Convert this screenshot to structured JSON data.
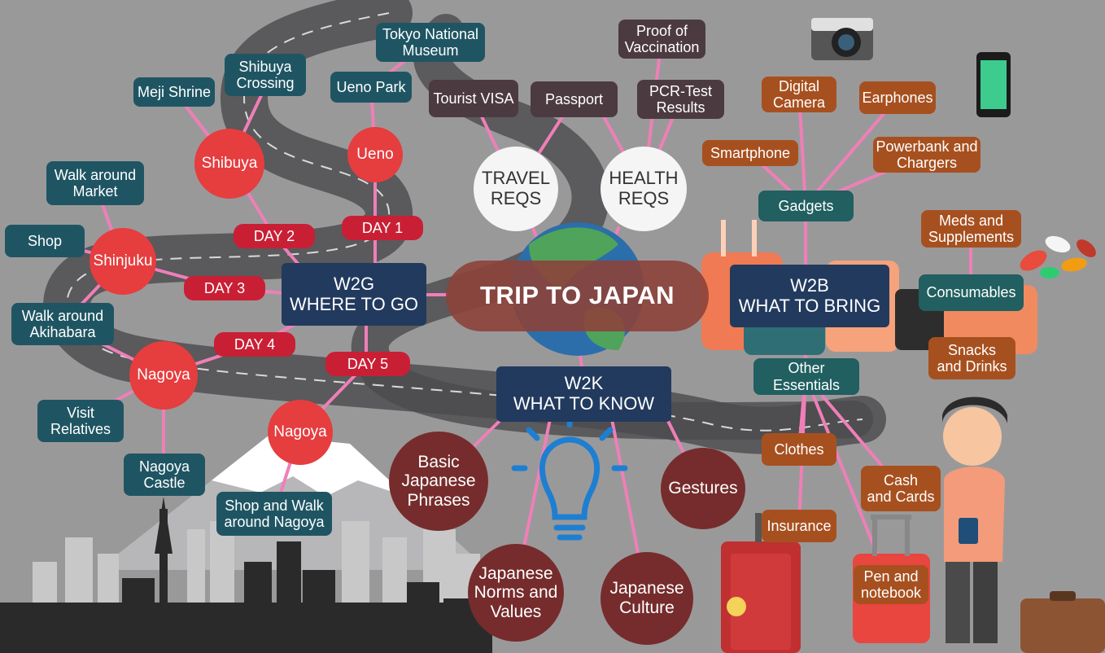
{
  "title": "TRIP TO JAPAN",
  "branches": {
    "w2g": "W2G\nWHERE TO GO",
    "w2b": "W2B\nWHAT TO BRING",
    "w2k": "W2K\nWHAT TO KNOW"
  },
  "days": {
    "day1": "DAY 1",
    "day2": "DAY 2",
    "day3": "DAY 3",
    "day4": "DAY 4",
    "day5": "DAY 5"
  },
  "places": {
    "ueno": "Ueno",
    "shibuya": "Shibuya",
    "shinjuku": "Shinjuku",
    "nagoya_day4": "Nagoya",
    "nagoya_day5": "Nagoya"
  },
  "spots": {
    "tokyo_national_museum": "Tokyo National\nMuseum",
    "ueno_park": "Ueno Park",
    "shibuya_crossing": "Shibuya\nCrossing",
    "meji_shrine": "Meji Shrine",
    "walk_around_market": "Walk around\nMarket",
    "shop": "Shop",
    "walk_around_akihabara": "Walk around\nAkihabara",
    "visit_relatives": "Visit\nRelatives",
    "nagoya_castle": "Nagoya\nCastle",
    "shop_walk_nagoya": "Shop and Walk\naround Nagoya"
  },
  "requirements": {
    "travel": "TRAVEL\nREQS",
    "health": "HEALTH\nREQS",
    "tourist_visa": "Tourist VISA",
    "passport": "Passport",
    "proof_vaccination": "Proof of\nVaccination",
    "pcr_test": "PCR-Test\nResults"
  },
  "bring": {
    "gadgets": "Gadgets",
    "digital_camera": "Digital\nCamera",
    "earphones": "Earphones",
    "smartphone": "Smartphone",
    "powerbank": "Powerbank and\nChargers",
    "consumables": "Consumables",
    "meds": "Meds and\nSupplements",
    "snacks": "Snacks\nand Drinks",
    "other_essentials": "Other Essentials",
    "clothes": "Clothes",
    "insurance": "Insurance",
    "cash_cards": "Cash\nand Cards",
    "pen_notebook": "Pen and\nnotebook"
  },
  "know": {
    "basic_phrases": "Basic\nJapanese\nPhrases",
    "gestures": "Gestures",
    "norms_values": "Japanese\nNorms and\nValues",
    "culture": "Japanese\nCulture"
  },
  "colors": {
    "background": "#9a999a",
    "connector": "#ef7fb8",
    "teal": "#1f5563",
    "navy": "#223a5e",
    "red": "#e63d3f",
    "maroon": "#762c2c",
    "orange": "#a7501f"
  },
  "icons": [
    "camera-icon",
    "smartphone-icon",
    "pills-icon",
    "lightbulb-icon",
    "globe-icon",
    "suitcase-icon",
    "traveler-icon",
    "city-skyline-icon",
    "mount-fuji-icon",
    "road-icon"
  ]
}
